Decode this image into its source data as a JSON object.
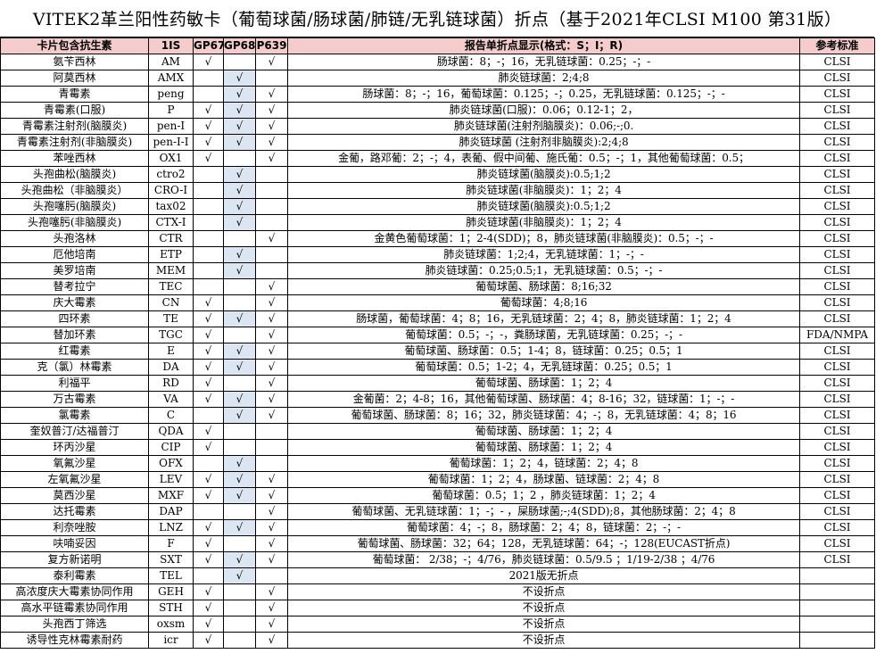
{
  "title": "VITEK2革兰阳性药敏卡（葡萄球菌/肠球菌/肺链/无乳链球菌）折点（基于2021年CLSI M100 第31版）",
  "headers": [
    "卡片包含抗生素",
    "1IS",
    "GP67",
    "GP68",
    "P639",
    "报告单折点显示(格式：S；I；R)",
    "参考标准"
  ],
  "check_mark": "√",
  "colors": {
    "header_bg": "#f4cccc",
    "gp68_bg": "#dce6f2"
  },
  "rows": [
    {
      "name": "氨苄西林",
      "code": "AM",
      "gp67": "√",
      "gp68": "",
      "p639": "√",
      "bp": "肠球菌：8；-；16，无乳链球菌：0.25；-；-",
      "std": "CLSI"
    },
    {
      "name": "阿莫西林",
      "code": "AMX",
      "gp67": "",
      "gp68": "√",
      "p639": "",
      "bp": "肺炎链球菌：2;4;8",
      "std": "CLSI"
    },
    {
      "name": "青霉素",
      "code": "peng",
      "gp67": "",
      "gp68": "√",
      "p639": "√",
      "bp": "肠球菌：8；-；16，葡萄球菌：0.125；-；0.25，无乳链球菌：0.125；-；-",
      "std": "CLSI"
    },
    {
      "name": "青霉素(口服)",
      "code": "P",
      "gp67": "√",
      "gp68": "√",
      "p639": "√",
      "bp": "肺炎链球菌(口服)：0.06；0.12-1；2，",
      "std": "CLSI"
    },
    {
      "name": "青霉素注射剂(脑膜炎)",
      "code": "pen-I",
      "gp67": "√",
      "gp68": "√",
      "p639": "√",
      "bp": "肺炎链球菌(注射剂脑膜炎)：0.06;-;0.",
      "std": "CLSI"
    },
    {
      "name": "青霉素注射剂(非脑膜炎)",
      "code": "pen-I-I",
      "gp67": "√",
      "gp68": "√",
      "p639": "√",
      "bp": "肺炎链球菌 (注射剂非脑膜炎):2;4;8",
      "std": "CLSI"
    },
    {
      "name": "苯唑西林",
      "code": "OX1",
      "gp67": "√",
      "gp68": "",
      "p639": "√",
      "bp": "金葡，路邓葡：2；-；4，表葡、假中间葡、施氏葡：0.5；-；1，其他葡萄球菌：0.5；",
      "std": "CLSI"
    },
    {
      "name": "头孢曲松(脑膜炎)",
      "code": "ctro2",
      "gp67": "",
      "gp68": "√",
      "p639": "",
      "bp": "肺炎链球菌(脑膜炎):0.5;1;2",
      "std": "CLSI"
    },
    {
      "name": "头孢曲松（非脑膜炎）",
      "code": "CRO-I",
      "gp67": "",
      "gp68": "√",
      "p639": "",
      "bp": "肺炎链球菌(非脑膜炎)：1；2；4",
      "std": "CLSI"
    },
    {
      "name": "头孢噻肟(脑膜炎)",
      "code": "tax02",
      "gp67": "",
      "gp68": "√",
      "p639": "",
      "bp": "肺炎链球菌(脑膜炎):0.5;1;2",
      "std": "CLSI"
    },
    {
      "name": "头孢噻肟(非脑膜炎)",
      "code": "CTX-I",
      "gp67": "",
      "gp68": "√",
      "p639": "",
      "bp": "肺炎链球菌(非脑膜炎)：1；2；4",
      "std": "CLSI"
    },
    {
      "name": "头孢洛林",
      "code": "CTR",
      "gp67": "",
      "gp68": "",
      "p639": "√",
      "bp": "金黄色葡萄球菌：1；2-4(SDD)；8，肺炎链球菌(非脑膜炎)：0.5；-；-",
      "std": "CLSI"
    },
    {
      "name": "厄他培南",
      "code": "ETP",
      "gp67": "",
      "gp68": "√",
      "p639": "",
      "bp": "肺炎链球菌：1;2;4，无乳链球菌：1；-；-",
      "std": "CLSI"
    },
    {
      "name": "美罗培南",
      "code": "MEM",
      "gp67": "",
      "gp68": "√",
      "p639": "",
      "bp": "肺炎链球菌：0.25;0.5;1，无乳链球菌：0.5；-；-",
      "std": "CLSI"
    },
    {
      "name": "替考拉宁",
      "code": "TEC",
      "gp67": "",
      "gp68": "",
      "p639": "√",
      "bp": "葡萄球菌、肠球菌：8;16;32",
      "std": "CLSI"
    },
    {
      "name": "庆大霉素",
      "code": "CN",
      "gp67": "√",
      "gp68": "",
      "p639": "√",
      "bp": "葡萄球菌：4;8;16",
      "std": "CLSI"
    },
    {
      "name": "四环素",
      "code": "TE",
      "gp67": "√",
      "gp68": "√",
      "p639": "√",
      "bp": "肠球菌，葡萄球菌：4；8；16，无乳链球菌：2；4；8，肺炎链球菌：1；2；4",
      "std": "CLSI"
    },
    {
      "name": "替加环素",
      "code": "TGC",
      "gp67": "√",
      "gp68": "",
      "p639": "√",
      "bp": "葡萄球菌：0.5；-；-，粪肠球菌，无乳链球菌：0.25；-；-",
      "std": "FDA/NMPA"
    },
    {
      "name": "红霉素",
      "code": "E",
      "gp67": "√",
      "gp68": "√",
      "p639": "√",
      "bp": "葡萄球菌、肠球菌：0.5；1-4；8，链球菌：0.25；0.5；1",
      "std": "CLSI"
    },
    {
      "name": "克（氯）林霉素",
      "code": "DA",
      "gp67": "√",
      "gp68": "√",
      "p639": "√",
      "bp": "葡萄球菌：0.5；1-2；4，无乳链球菌：0.25；0.5；1",
      "std": "CLSI"
    },
    {
      "name": "利福平",
      "code": "RD",
      "gp67": "√",
      "gp68": "",
      "p639": "√",
      "bp": "葡萄球菌、肠球菌：1；2；4",
      "std": "CLSI"
    },
    {
      "name": "万古霉素",
      "code": "VA",
      "gp67": "√",
      "gp68": "√",
      "p639": "√",
      "bp": "金葡菌：2；4-8；16，其他葡萄球菌、肠球菌：4；8-16；32，链球菌：1；-；-",
      "std": "CLSI"
    },
    {
      "name": "氯霉素",
      "code": "C",
      "gp67": "",
      "gp68": "√",
      "p639": "√",
      "bp": "葡萄球菌、肠球菌：8；16；32，肺炎链球菌：4；-；8，无乳链球菌：4；8；16",
      "std": "CLSI"
    },
    {
      "name": "奎奴普汀/达福普汀",
      "code": "QDA",
      "gp67": "√",
      "gp68": "",
      "p639": "",
      "bp": "葡萄球菌、肠球菌：1；2；4",
      "std": "CLSI"
    },
    {
      "name": "环丙沙星",
      "code": "CIP",
      "gp67": "√",
      "gp68": "",
      "p639": "",
      "bp": "葡萄球菌、肠球菌：1；2；4",
      "std": "CLSI"
    },
    {
      "name": "氧氟沙星",
      "code": "OFX",
      "gp67": "",
      "gp68": "√",
      "p639": "",
      "bp": "葡萄球菌：1；2；4，链球菌：2；4；8",
      "std": "CLSI"
    },
    {
      "name": "左氧氟沙星",
      "code": "LEV",
      "gp67": "√",
      "gp68": "√",
      "p639": "√",
      "bp": "葡萄球菌：1；2；4，肠球菌、链球菌：2；4；8",
      "std": "CLSI"
    },
    {
      "name": "莫西沙星",
      "code": "MXF",
      "gp67": "√",
      "gp68": "√",
      "p639": "√",
      "bp": "葡萄球菌：0.5；1；2 ，肺炎链球菌：1；2；4",
      "std": "CLSI"
    },
    {
      "name": "达托霉素",
      "code": "DAP",
      "gp67": "",
      "gp68": "",
      "p639": "√",
      "bp": "葡萄球菌、无乳链球菌：1；-；- ，屎肠球菌;-;4(SDD);8，其他肠球菌：2；4；8",
      "std": "CLSI"
    },
    {
      "name": "利奈唑胺",
      "code": "LNZ",
      "gp67": "√",
      "gp68": "√",
      "p639": "√",
      "bp": "葡萄球菌：4；-；8，肠球菌：2；4；8，链球菌：2；-；-",
      "std": "CLSI"
    },
    {
      "name": "呋喃妥因",
      "code": "F",
      "gp67": "√",
      "gp68": "",
      "p639": "√",
      "bp": "葡萄球菌、肠球菌：32；64；128，无乳链球菌：64；-；128(EUCAST折点)",
      "std": "CLSI"
    },
    {
      "name": "复方新诺明",
      "code": "SXT",
      "gp67": "√",
      "gp68": "√",
      "p639": "√",
      "bp": "葡萄球菌：  2/38；-；4/76，肺炎链球菌：0.5/9.5 ；1/19-2/38 ；4/76",
      "std": "CLSI"
    },
    {
      "name": "泰利霉素",
      "code": "TEL",
      "gp67": "",
      "gp68": "√",
      "p639": "",
      "bp": "2021版无折点",
      "std": ""
    },
    {
      "name": "高浓度庆大霉素协同作用",
      "code": "GEH",
      "gp67": "√",
      "gp68": "",
      "p639": "√",
      "bp": "不设折点",
      "std": ""
    },
    {
      "name": "高水平链霉素协同作用",
      "code": "STH",
      "gp67": "√",
      "gp68": "",
      "p639": "√",
      "bp": "不设折点",
      "std": ""
    },
    {
      "name": "头孢西丁筛选",
      "code": "oxsm",
      "gp67": "√",
      "gp68": "",
      "p639": "√",
      "bp": "不设折点",
      "std": ""
    },
    {
      "name": "诱导性克林霉素耐药",
      "code": "icr",
      "gp67": "√",
      "gp68": "",
      "p639": "√",
      "bp": "不设折点",
      "std": ""
    }
  ]
}
